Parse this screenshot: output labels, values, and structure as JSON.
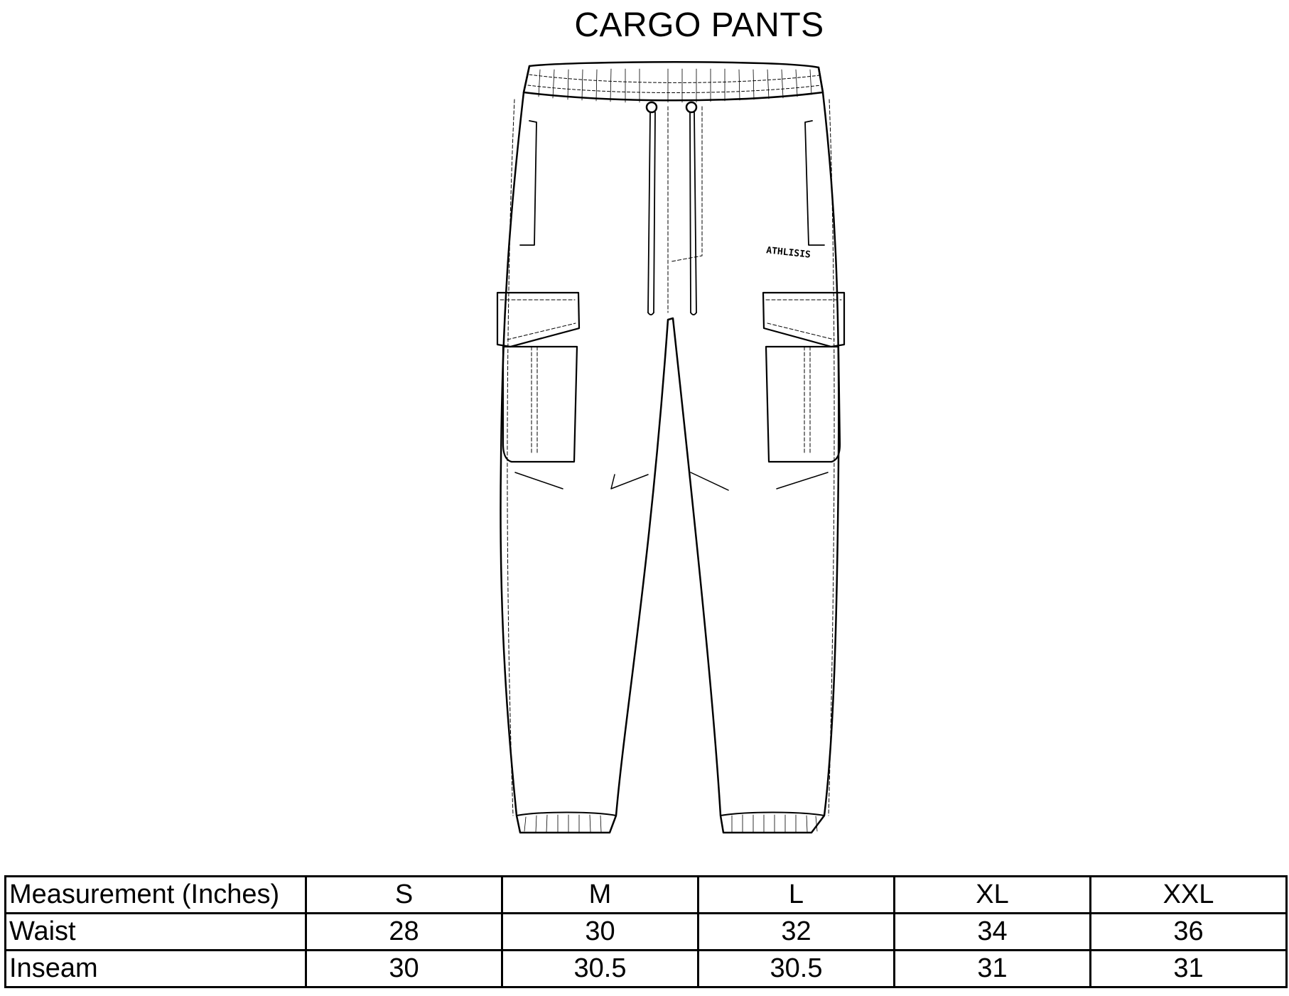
{
  "title": "CARGO PANTS",
  "logo_text": "ATHLISIS",
  "table": {
    "header": [
      "Measurement (Inches)",
      "S",
      "M",
      "L",
      "XL",
      "XXL"
    ],
    "rows": [
      [
        "Waist",
        "28",
        "30",
        "32",
        "34",
        "36"
      ],
      [
        "Inseam",
        "30",
        "30.5",
        "30.5",
        "31",
        "31"
      ]
    ]
  }
}
